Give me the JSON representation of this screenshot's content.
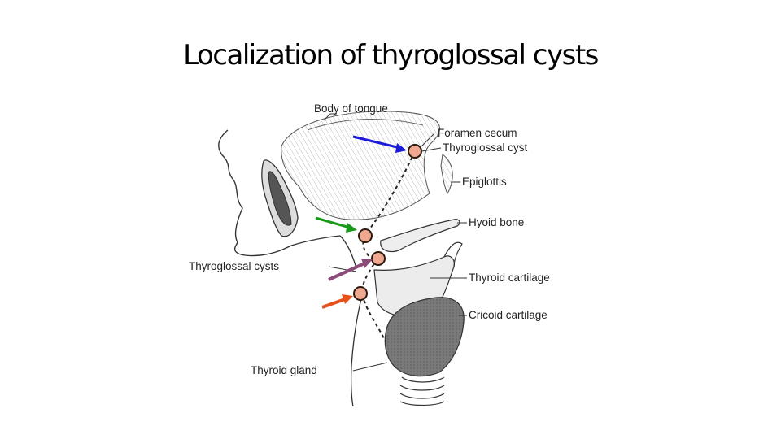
{
  "slide": {
    "title": "Localization of thyroglossal cysts"
  },
  "diagram": {
    "labels": {
      "body_of_tongue": "Body of tongue",
      "foramen_cecum": "Foramen cecum",
      "thyroglossal_cyst": "Thyroglossal cyst",
      "epiglottis": "Epiglottis",
      "hyoid_bone": "Hyoid bone",
      "thyroglossal_cysts": "Thyroglossal cysts",
      "thyroid_cartilage": "Thyroid cartilage",
      "cricoid_cartilage": "Cricoid cartilage",
      "thyroid_gland": "Thyroid gland"
    },
    "colors": {
      "arrow_tongue": "#1a1adb",
      "arrow_hyoid": "#1a9a1a",
      "arrow_thyrohyoid": "#8a4a7a",
      "arrow_lower": "#e8501a",
      "cyst_fill": "#f0a890",
      "cyst_stroke": "#2a1a10",
      "line": "#333333",
      "gland_fill": "#8a8a8a"
    }
  }
}
